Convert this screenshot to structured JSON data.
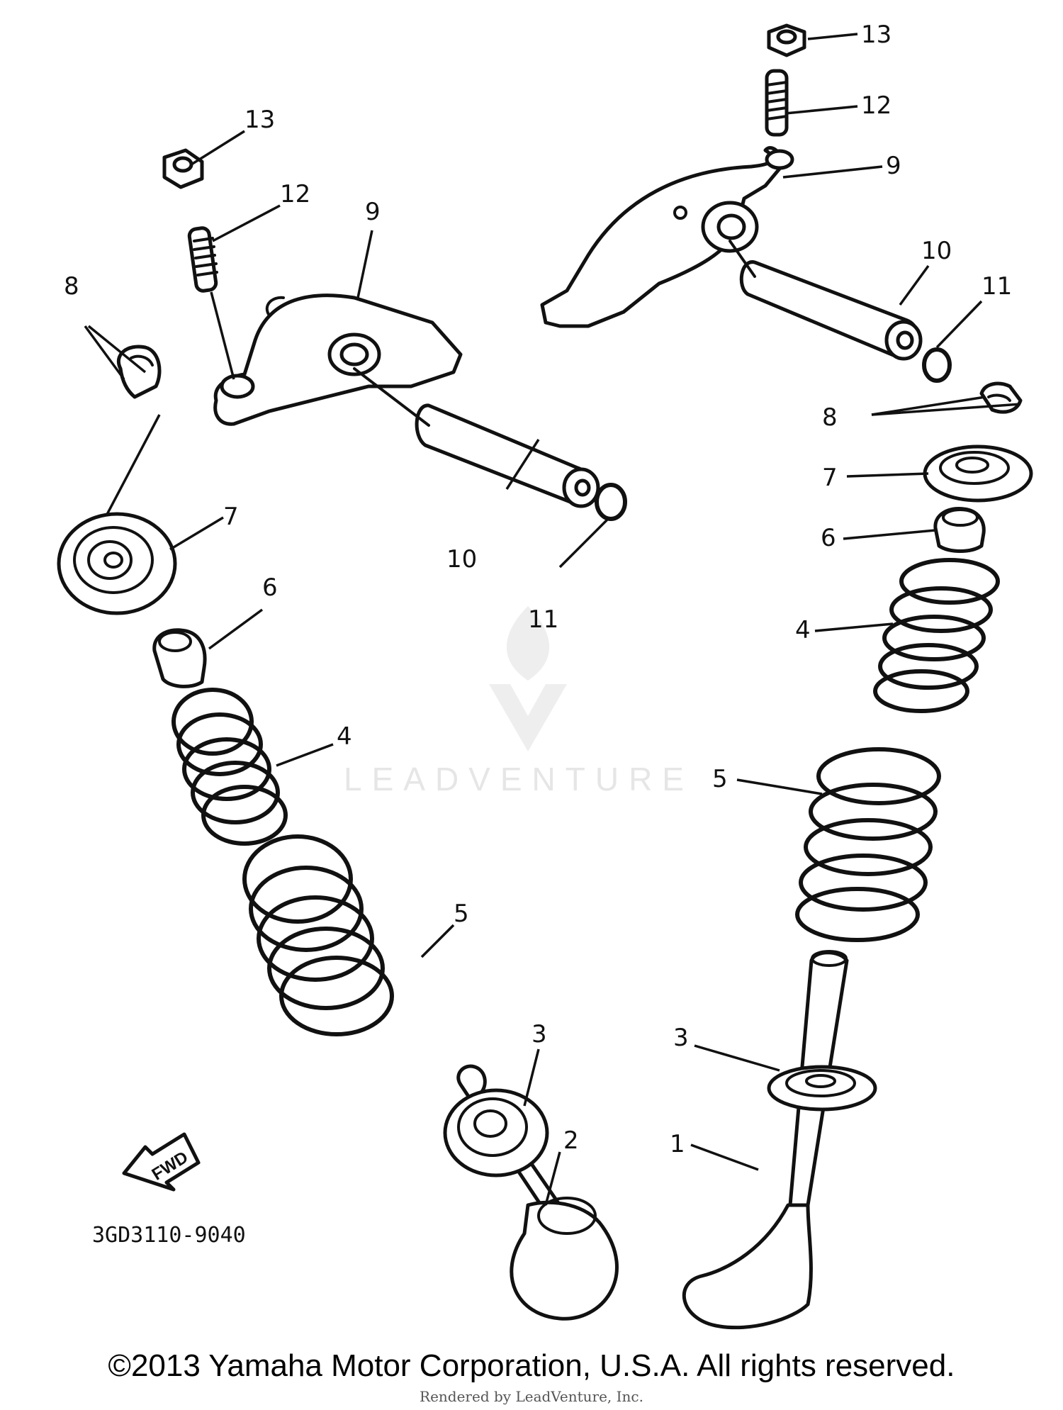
{
  "watermark": {
    "brand": "LEADVENTURE"
  },
  "callouts": {
    "c1": "1",
    "c2": "2",
    "c3a": "3",
    "c3b": "3",
    "c4a": "4",
    "c4b": "4",
    "c5a": "5",
    "c5b": "5",
    "c6a": "6",
    "c6b": "6",
    "c7a": "7",
    "c7b": "7",
    "c8a": "8",
    "c8b": "8",
    "c9a": "9",
    "c9b": "9",
    "c10a": "10",
    "c10b": "10",
    "c11a": "11",
    "c11b": "11",
    "c12a": "12",
    "c12b": "12",
    "c13a": "13",
    "c13b": "13"
  },
  "fwd_label": "FWD",
  "diagram_code": "3GD3110-9040",
  "copyright": "©2013 Yamaha Motor Corporation, U.S.A. All rights reserved.",
  "rendered_by": "Rendered by LeadVenture, Inc."
}
